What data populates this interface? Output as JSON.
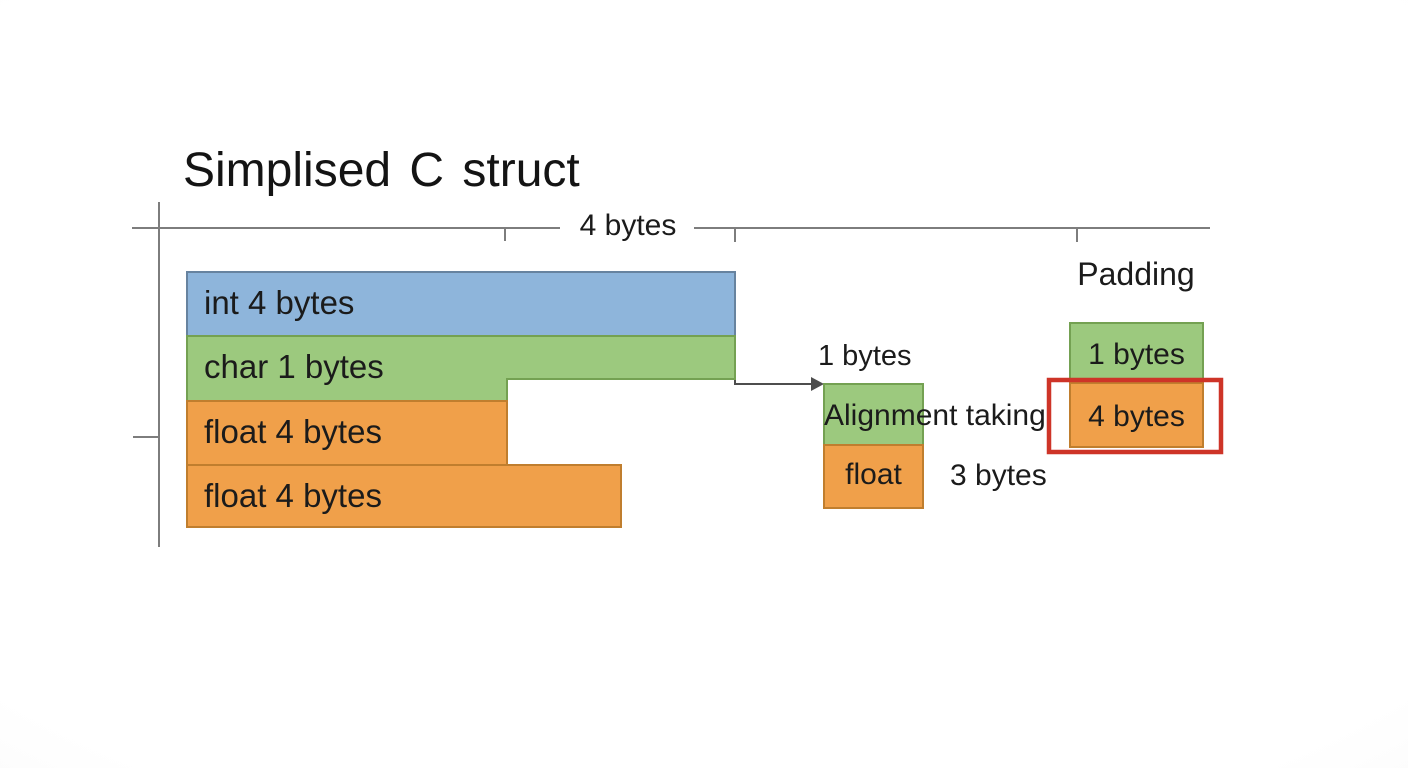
{
  "title": "Simplised C struct",
  "ruler": {
    "label": "4 bytes"
  },
  "struct": {
    "bars": [
      {
        "label": "int 4 bytes"
      },
      {
        "label": "char 1 bytes"
      },
      {
        "label": "float 4 bytes"
      },
      {
        "label": "float 4 bytes"
      }
    ]
  },
  "alignment": {
    "byte_label": "1 bytes",
    "note": "Alignment taking",
    "block_label": "float",
    "remainder_label": "3 bytes"
  },
  "padding": {
    "heading": "Padding",
    "green_label": "1 bytes",
    "orange_label": "4 bytes"
  },
  "colors": {
    "int_fill": "#8EB5DB",
    "int_border": "#67839F",
    "char_fill": "#9CC97E",
    "char_border": "#74A152",
    "float_fill": "#F0A04A",
    "float_border": "#C07E2E",
    "highlight_red": "#CE3428",
    "line_gray": "#7D7D7D",
    "arrow_dark": "#4D4D4D"
  }
}
